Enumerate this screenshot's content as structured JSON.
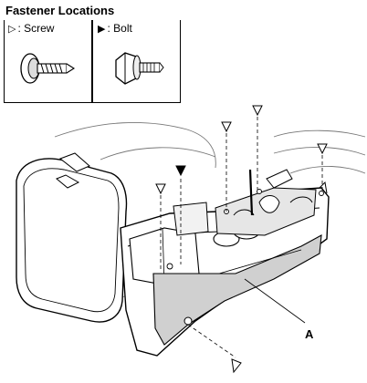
{
  "legend": {
    "title": "Fastener Locations",
    "screw": {
      "symbol": "▷",
      "label": ": Screw",
      "icon": "screw-icon"
    },
    "bolt": {
      "symbol": "▶",
      "label": ": Bolt",
      "icon": "bolt-icon"
    }
  },
  "callouts": {
    "a": "A"
  }
}
